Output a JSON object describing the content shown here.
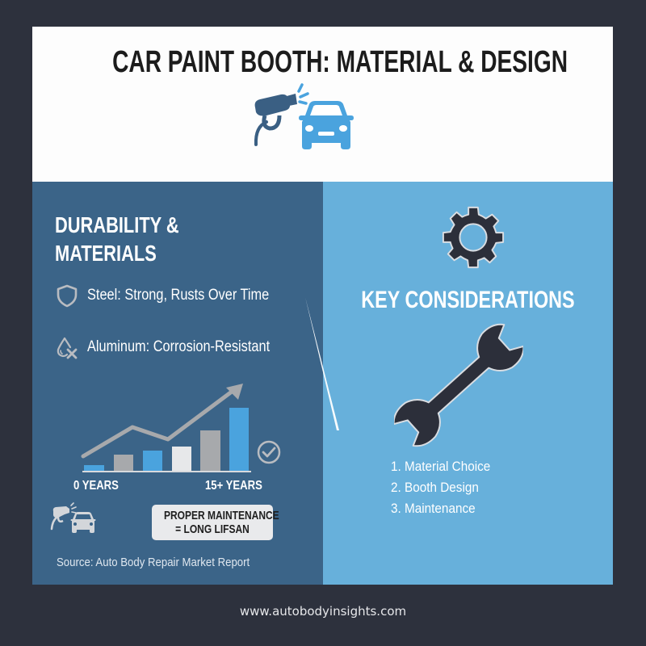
{
  "header": {
    "title": "CAR PAINT BOOTH: MATERIAL & DESIGN",
    "hero_icon": "spray-gun-and-car-icon"
  },
  "left_panel": {
    "title_line1": "DURABILITY &",
    "title_line2": "MATERIALS",
    "materials": [
      {
        "icon": "shield-icon",
        "label": "Steel: Strong, Rusts Over Time"
      },
      {
        "icon": "water-drop-x-icon",
        "label": "Aluminum: Corrosion-Resistant"
      }
    ],
    "chart": {
      "start_label": "0 YEARS",
      "end_label": "15+ YEARS",
      "check_icon": "check-circle-icon"
    },
    "maintenance_badge": {
      "line1": "PROPER MAINTENANCE",
      "line2": "= LONG LIFSAN"
    },
    "source": "Source: Auto Body Repair Market Report"
  },
  "right_panel": {
    "title": "KEY CONSIDERATIONS",
    "steps": [
      "1. Material Choice",
      "2. Booth Design",
      "3. Maintenance"
    ]
  },
  "footer": {
    "url": "www.autobodyinsights.com"
  },
  "colors": {
    "background": "#2d313d",
    "header_bg": "#fdfdfd",
    "left_panel_bg": "#3b6488",
    "right_panel_bg": "#67b0db",
    "accent_blue": "#4aa3de",
    "dark_icon": "#2c2f3a",
    "spray_gun": "#3a5f83"
  },
  "chart_data": {
    "type": "bar",
    "title": "",
    "categories": [
      "0 YEARS",
      "",
      "",
      "",
      "",
      "15+ YEARS"
    ],
    "values": [
      1,
      3,
      3.5,
      4,
      7,
      11
    ],
    "bar_colors": [
      "#4aa3de",
      "#a7a9ac",
      "#4aa3de",
      "#e7e8ea",
      "#a7a9ac",
      "#4aa3de"
    ],
    "trend_line": [
      {
        "x": 0,
        "y": 2.5
      },
      {
        "x": 1.6,
        "y": 7.5
      },
      {
        "x": 2.8,
        "y": 5.5
      },
      {
        "x": 5.3,
        "y": 14
      }
    ],
    "xlabel": "",
    "ylabel": "",
    "grid": false,
    "legend": "none"
  }
}
